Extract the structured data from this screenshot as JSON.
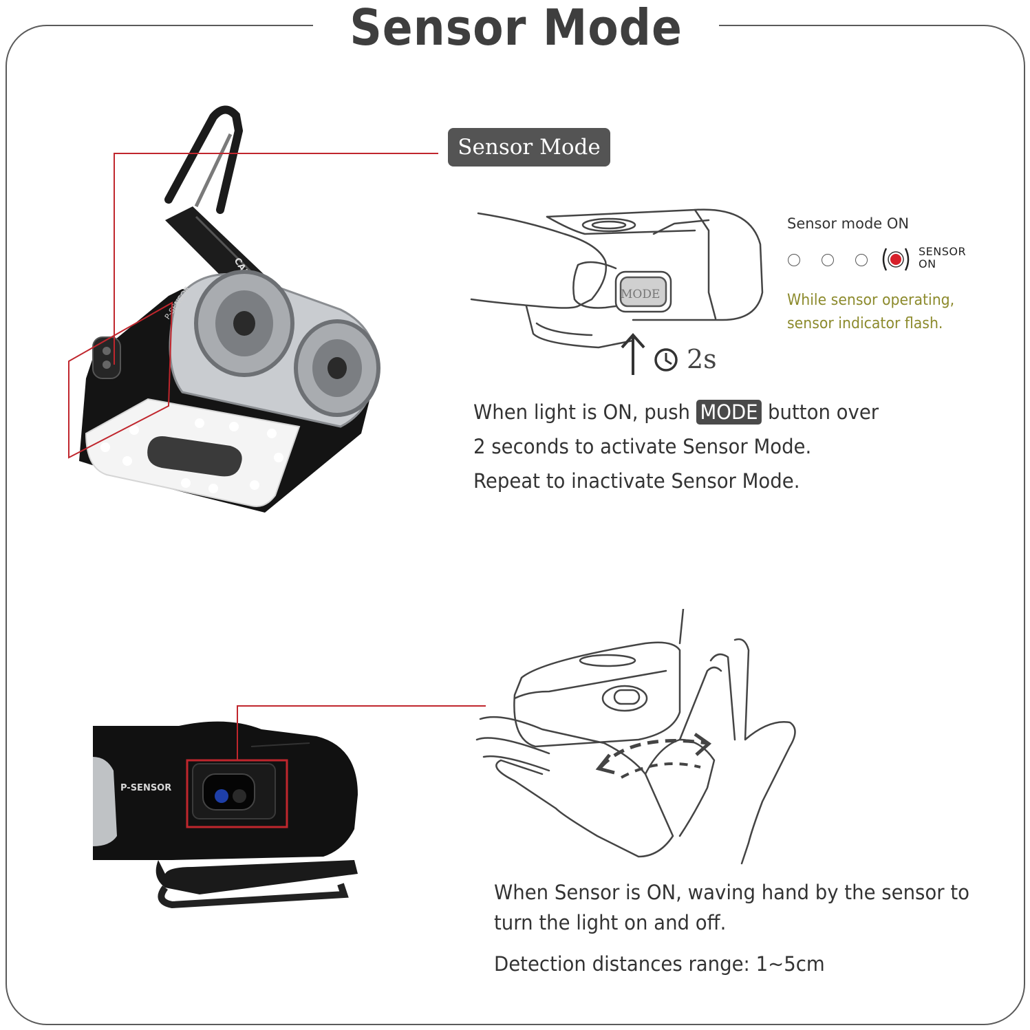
{
  "page": {
    "title": "Sensor Mode"
  },
  "callout": {
    "label": "Sensor Mode"
  },
  "indicator": {
    "title": "Sensor mode ON",
    "sensor_label_line1": "SENSOR",
    "sensor_label_line2": "ON",
    "note_line1": "While sensor operating,",
    "note_line2": "sensor indicator flash.",
    "active_color": "#d7202a",
    "note_color": "#8c8a2c"
  },
  "press": {
    "duration": "2s",
    "button_text": "MODE"
  },
  "activation": {
    "line1_before": "When light is ON, push",
    "line1_chip": "MODE",
    "line1_after": "button over",
    "line2": "2 seconds to activate Sensor Mode.",
    "line3": "Repeat to inactivate Sensor Mode."
  },
  "device": {
    "brand_text": "CAMAL",
    "sensor_print_top": "P-SENSOR",
    "sensor_print_side": "P-SENSOR"
  },
  "wave": {
    "line1": "When Sensor is ON, waving hand by the sensor to",
    "line2": "turn the light on and off.",
    "line3": "Detection distances range: 1~5cm"
  },
  "colors": {
    "frame": "#5a5a5a",
    "callout_line": "#c0262d",
    "pill_bg": "#545454"
  }
}
